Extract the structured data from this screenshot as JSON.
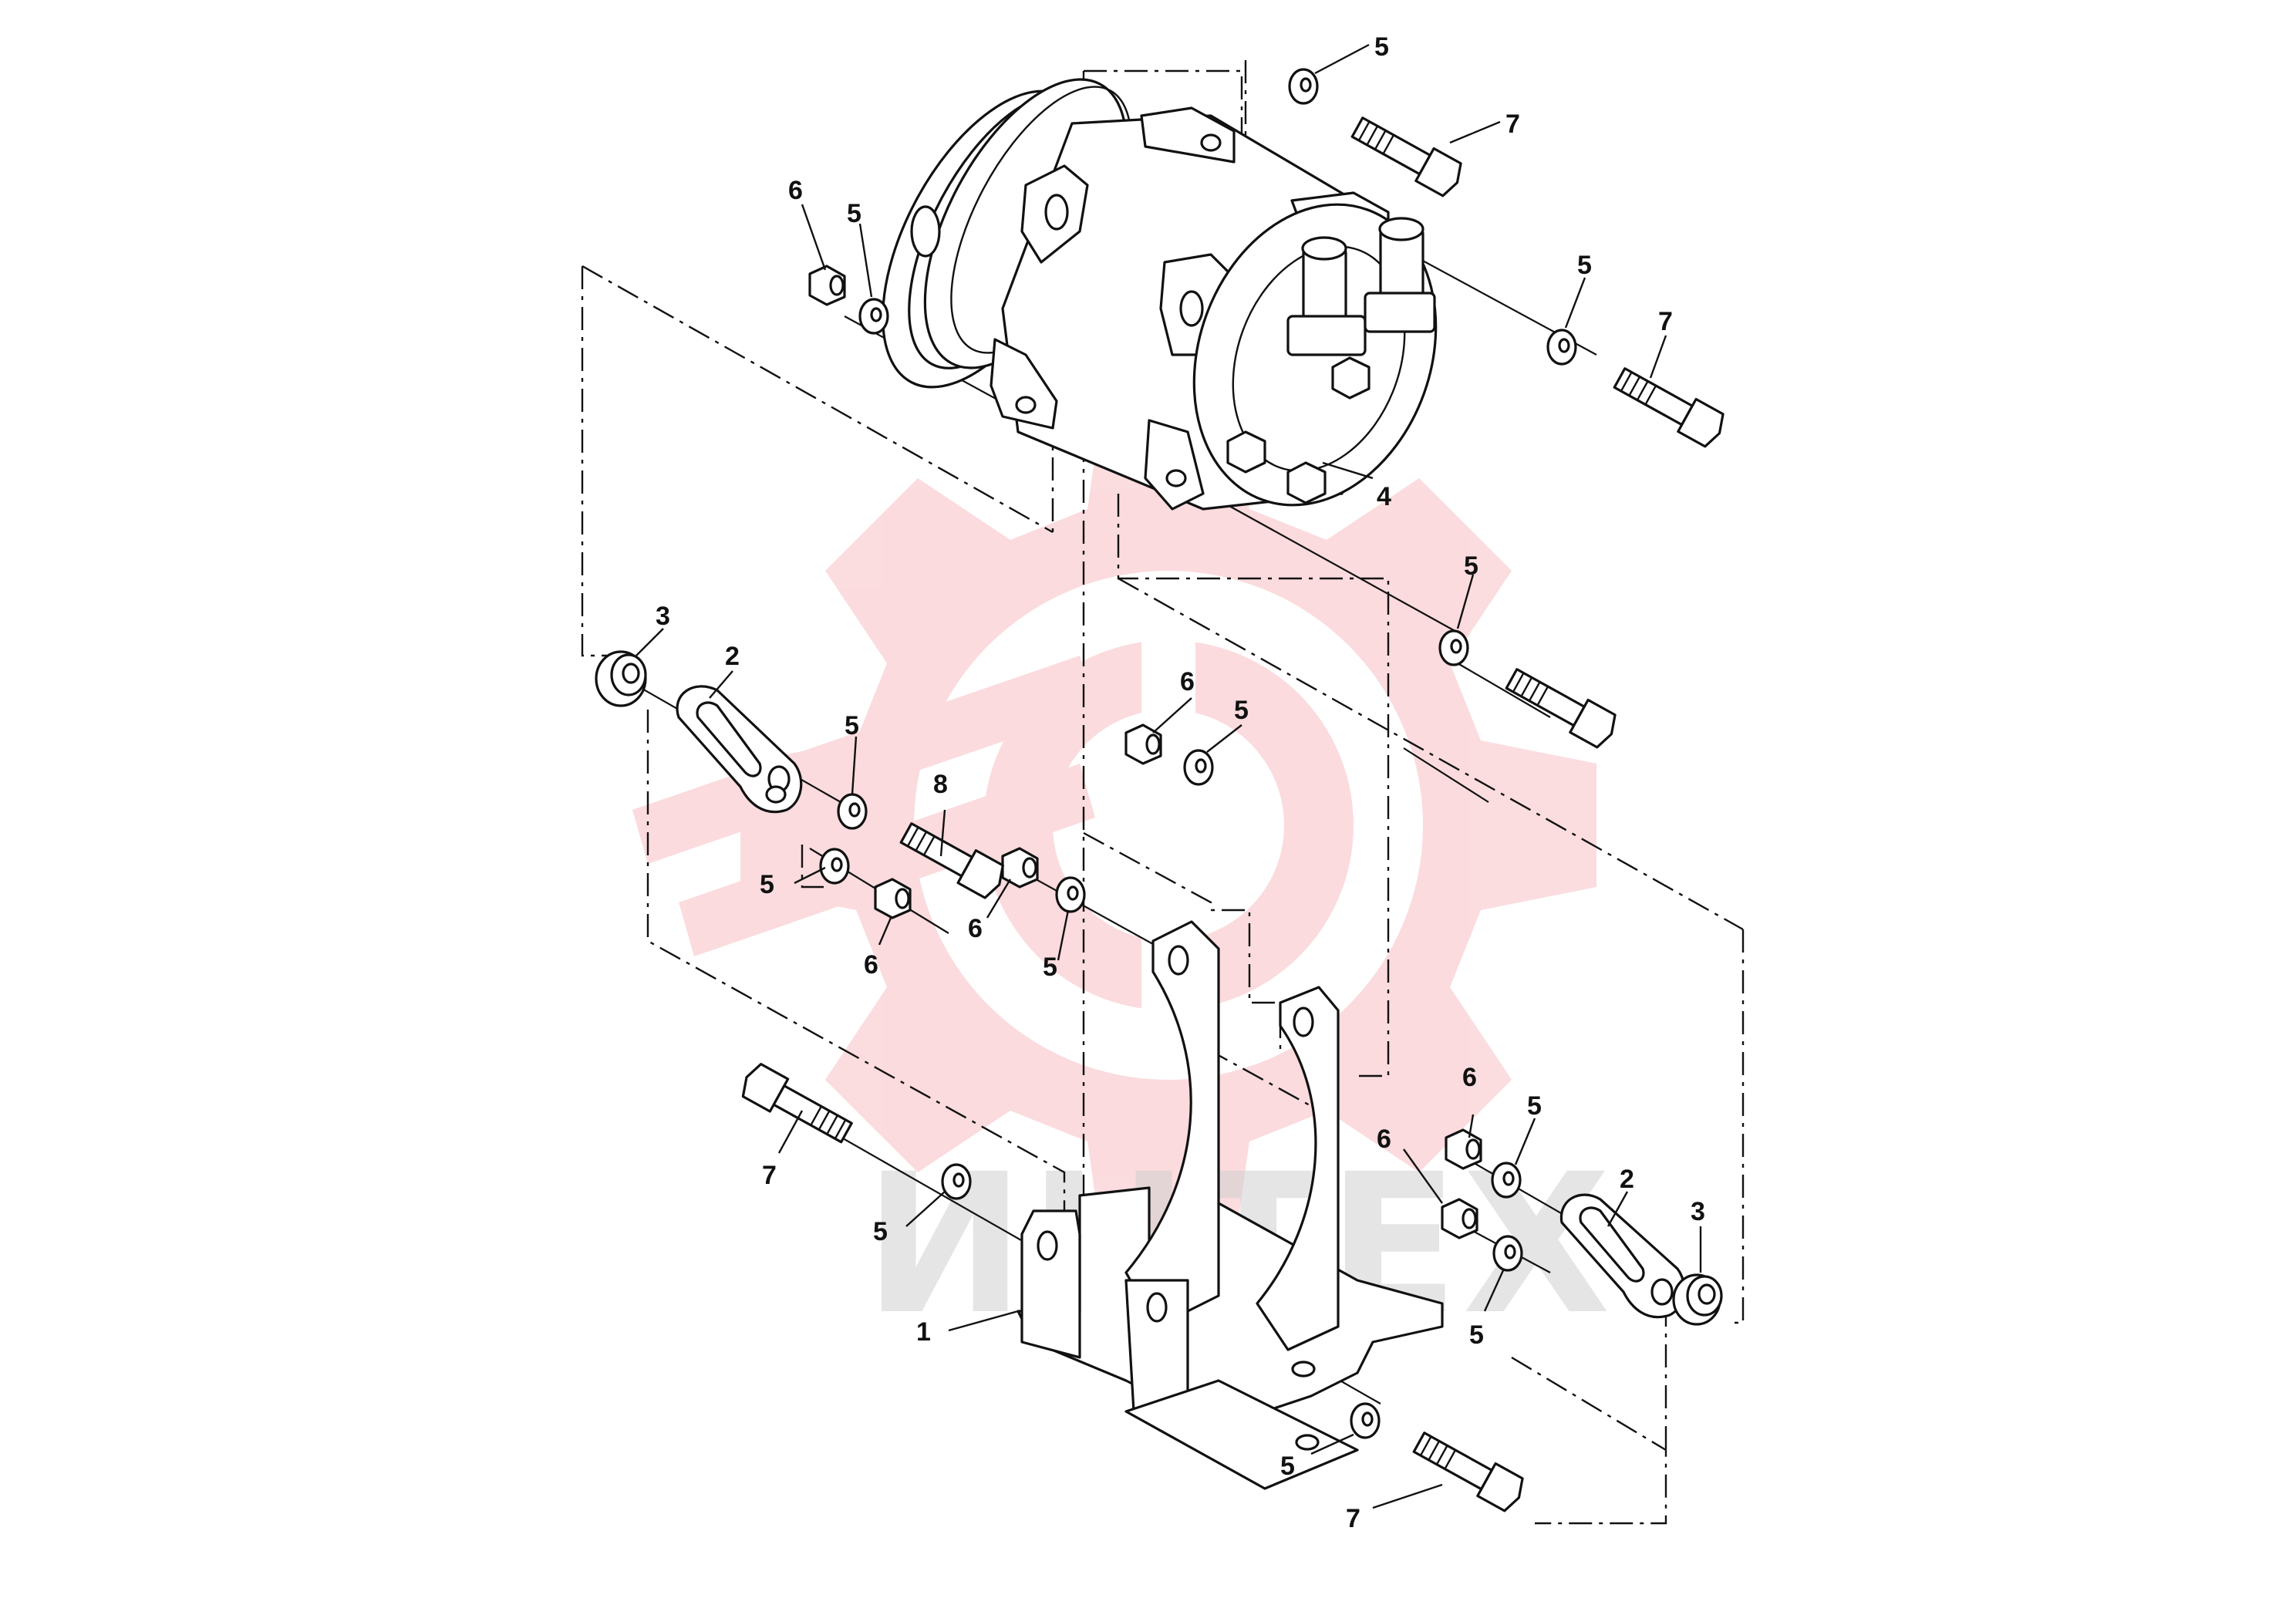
{
  "watermark": {
    "logo": "gear-logo",
    "text": "ИНТЕХ",
    "color": "#f7a8ac"
  },
  "callouts": [
    "1",
    "2",
    "3",
    "4",
    "5",
    "6",
    "7",
    "8"
  ],
  "colors": {
    "line": "#111111",
    "background": "#ffffff"
  }
}
